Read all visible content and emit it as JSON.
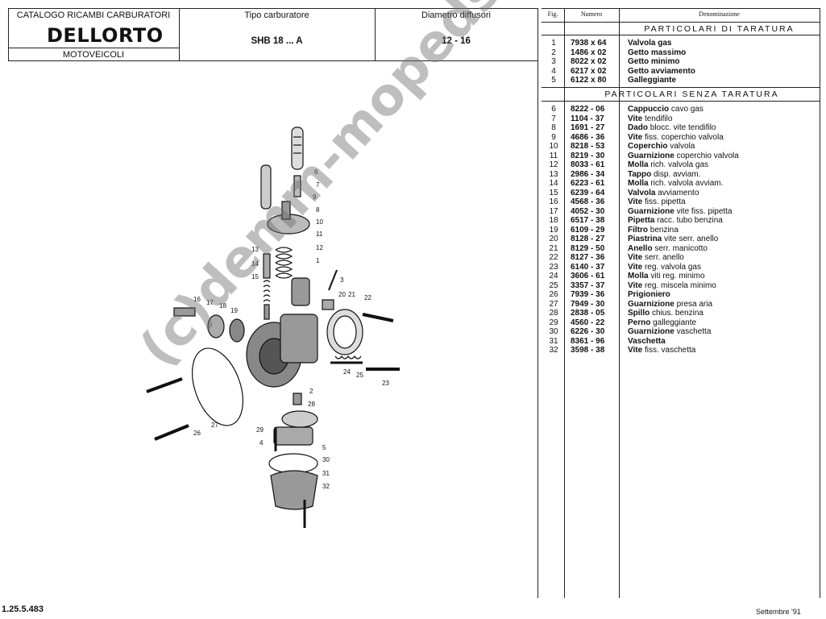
{
  "header": {
    "catalog_title": "CATALOGO RICAMBI CARBURATORI",
    "brand": "DELLORTO",
    "category": "MOTOVEICOLI",
    "type_label": "Tipo carburatore",
    "type_value": "SHB 18 ... A",
    "diam_label": "Diametro diffusori",
    "diam_value": "12 - 16"
  },
  "table": {
    "col_fig": "Fig.",
    "col_num": "Numero",
    "col_desc": "Denominazione",
    "section1": "PARTICOLARI DI TARATURA",
    "section2": "PARTICOLARI SENZA TARATURA",
    "rows1": [
      {
        "n": "1",
        "code": "7938 x 64",
        "bold": "Valvola gas",
        "rest": ""
      },
      {
        "n": "2",
        "code": "1486 x 02",
        "bold": "Getto massimo",
        "rest": ""
      },
      {
        "n": "3",
        "code": "8022 x 02",
        "bold": "Getto minimo",
        "rest": ""
      },
      {
        "n": "4",
        "code": "6217 x 02",
        "bold": "Getto avviamento",
        "rest": ""
      },
      {
        "n": "5",
        "code": "6122 x 80",
        "bold": "Galleggiante",
        "rest": ""
      }
    ],
    "rows2": [
      {
        "n": "6",
        "code": "8222 - 06",
        "bold": "Cappuccio",
        "rest": " cavo gas"
      },
      {
        "n": "7",
        "code": "1104 - 37",
        "bold": "Vite",
        "rest": " tendifilo"
      },
      {
        "n": "8",
        "code": "1691 - 27",
        "bold": "Dado",
        "rest": " blocc. vite tendifilo"
      },
      {
        "n": "9",
        "code": "4686 - 36",
        "bold": "Vite",
        "rest": " fiss. coperchio valvola"
      },
      {
        "n": "10",
        "code": "8218 - 53",
        "bold": "Coperchio",
        "rest": " valvola"
      },
      {
        "n": "11",
        "code": "8219 - 30",
        "bold": "Guarnizione",
        "rest": " coperchio valvola"
      },
      {
        "n": "12",
        "code": "8033 - 61",
        "bold": "Molla",
        "rest": " rich. valvola gas"
      },
      {
        "n": "13",
        "code": "2986 - 34",
        "bold": "Tappo",
        "rest": " disp. avviam."
      },
      {
        "n": "14",
        "code": "6223 - 61",
        "bold": "Molla",
        "rest": " rich. valvola avviam."
      },
      {
        "n": "15",
        "code": "6239 - 64",
        "bold": "Valvola",
        "rest": " avviamento"
      },
      {
        "n": "16",
        "code": "4568 - 36",
        "bold": "Vite",
        "rest": " fiss. pipetta"
      },
      {
        "n": "17",
        "code": "4052 - 30",
        "bold": "Guarnizione",
        "rest": " vite fiss. pipetta"
      },
      {
        "n": "18",
        "code": "6517 - 38",
        "bold": "Pipetta",
        "rest": " racc. tubo benzina"
      },
      {
        "n": "19",
        "code": "6109 - 29",
        "bold": "Filtro",
        "rest": " benzina"
      },
      {
        "n": "20",
        "code": "8128 - 27",
        "bold": "Piastrina",
        "rest": " vite serr. anello"
      },
      {
        "n": "21",
        "code": "8129 - 50",
        "bold": "Anello",
        "rest": " serr. manicotto"
      },
      {
        "n": "22",
        "code": "8127 - 36",
        "bold": "Vite",
        "rest": " serr. anello"
      },
      {
        "n": "23",
        "code": "6140 - 37",
        "bold": "Vite",
        "rest": " reg. valvola gas"
      },
      {
        "n": "24",
        "code": "3606 - 61",
        "bold": "Molla",
        "rest": " viti reg. minimo"
      },
      {
        "n": "25",
        "code": "3357 - 37",
        "bold": "Vite",
        "rest": " reg. miscela minimo"
      },
      {
        "n": "26",
        "code": "7939 - 36",
        "bold": "Prigioniero",
        "rest": ""
      },
      {
        "n": "27",
        "code": "7949 - 30",
        "bold": "Guarnizione",
        "rest": " presa aria"
      },
      {
        "n": "28",
        "code": "2838 - 05",
        "bold": "Spillo",
        "rest": " chius. benzina"
      },
      {
        "n": "29",
        "code": "4560 - 22",
        "bold": "Perno",
        "rest": " galleggiante"
      },
      {
        "n": "30",
        "code": "6226 - 30",
        "bold": "Guarnizione",
        "rest": " vaschetta"
      },
      {
        "n": "31",
        "code": "8361 - 96",
        "bold": "Vaschetta",
        "rest": ""
      },
      {
        "n": "32",
        "code": "3598 - 38",
        "bold": "Vite",
        "rest": " fiss. vaschetta"
      }
    ]
  },
  "footer": {
    "code": "1.25.5.483",
    "date": "Settembre '91"
  },
  "watermark": "(c)demm-mopeds@arcor.de",
  "diagram_callouts": [
    "1",
    "2",
    "3",
    "4",
    "5",
    "6",
    "7",
    "8",
    "9",
    "10",
    "11",
    "12",
    "13",
    "14",
    "15",
    "16",
    "17",
    "18",
    "19",
    "20",
    "21",
    "22",
    "23",
    "24",
    "25",
    "26",
    "27",
    "28",
    "29",
    "30",
    "31",
    "32"
  ]
}
